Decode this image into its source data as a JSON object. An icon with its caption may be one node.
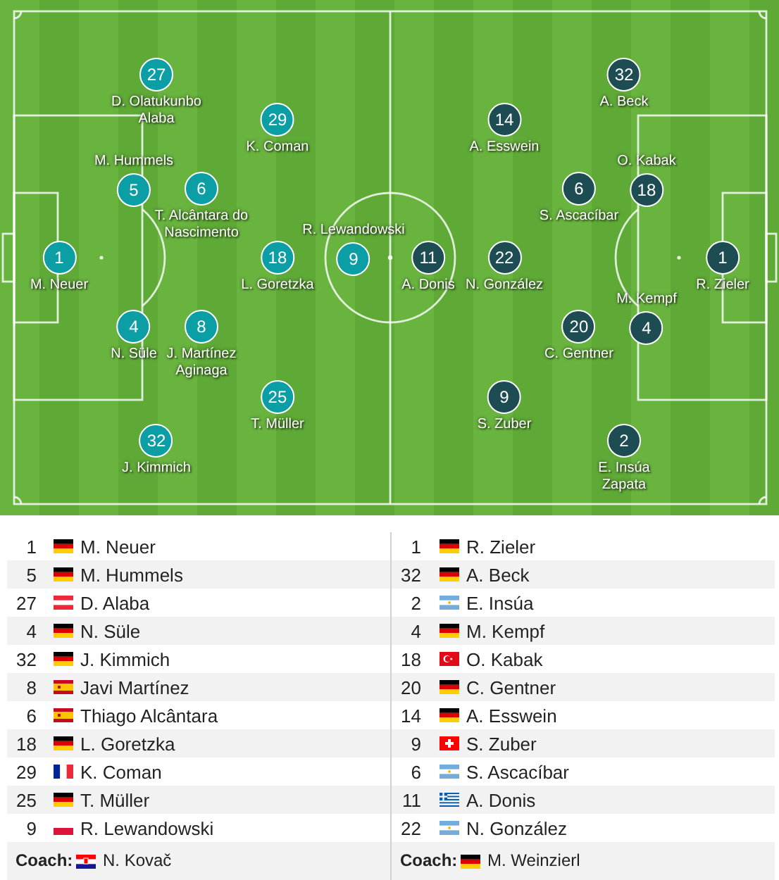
{
  "diagram": {
    "nodes": [
      {
        "text": [
          "27"
        ],
        "beside": [
          "D. Olatukunbo Alaba"
        ]
      },
      {
        "text": [
          "32"
        ],
        "beside": [
          "A. Beck"
        ]
      },
      {
        "text": [
          "29"
        ],
        "beside": [
          "K. Coman"
        ]
      },
      {
        "text": [
          "14"
        ],
        "beside": [
          "A. Esswein"
        ]
      },
      {
        "text": [
          "5"
        ],
        "beside": [
          "M. Hummels"
        ]
      },
      {
        "text": [
          "6"
        ],
        "beside": [
          "T. Alcântara do Nascimento"
        ]
      },
      {
        "text": [
          "6"
        ],
        "beside": [
          "S. Ascacíbar"
        ]
      },
      {
        "text": [
          "18"
        ],
        "beside": [
          "O. Kabak"
        ]
      },
      {
        "text": [
          "1"
        ],
        "beside": [
          "M. Neuer"
        ]
      },
      {
        "text": [
          "18"
        ],
        "beside": [
          "L. Goretzka"
        ]
      },
      {
        "text": [
          "9"
        ],
        "beside": [
          "R. Lewandowski"
        ]
      },
      {
        "text": [
          "11"
        ],
        "beside": [
          "A. Donis"
        ]
      },
      {
        "text": [
          "22"
        ],
        "beside": [
          "N. González"
        ]
      },
      {
        "text": [
          "1"
        ],
        "beside": [
          "R. Zieler"
        ]
      },
      {
        "text": [
          "4"
        ],
        "beside": [
          "N. Süle"
        ]
      },
      {
        "text": [
          "8"
        ],
        "beside": [
          "J. Martínez Aginaga"
        ]
      },
      {
        "text": [
          "20"
        ],
        "beside": [
          "C. Gentner"
        ]
      },
      {
        "text": [
          "4"
        ],
        "beside": [
          "M. Kempf"
        ]
      },
      {
        "text": [
          "25"
        ],
        "beside": [
          "T. Müller"
        ]
      },
      {
        "text": [
          "9"
        ],
        "beside": [
          "S. Zuber"
        ]
      },
      {
        "text": [
          "32"
        ],
        "beside": [
          "J. Kimmich"
        ]
      },
      {
        "text": [
          "2"
        ],
        "beside": [
          "E. Insúa Zapata"
        ]
      }
    ],
    "edges": [],
    "labels": [
      "1",
      "M. Neuer",
      "1",
      "R. Zieler",
      "5",
      "M. Hummels",
      "32",
      "A. Beck",
      "27",
      "D. Alaba",
      "2",
      "E. Insúa",
      "4",
      "N. Süle",
      "4",
      "M. Kempf",
      "32",
      "J. Kimmich",
      "18",
      "O. Kabak",
      "8",
      "Javi Martínez",
      "20",
      "C. Gentner",
      "6",
      "Thiago Alcântara",
      "14",
      "A. Esswein",
      "18",
      "L. Goretzka",
      "9",
      "S. Zuber",
      "29",
      "K. Coman",
      "6",
      "S. Ascacíbar",
      "25",
      "T. Müller",
      "11",
      "A. Donis",
      "9",
      "R. Lewandowski",
      "22",
      "N. González",
      "Coach:",
      "N. Kovač",
      "Coach:",
      "M. Weinzierl"
    ]
  }
}
